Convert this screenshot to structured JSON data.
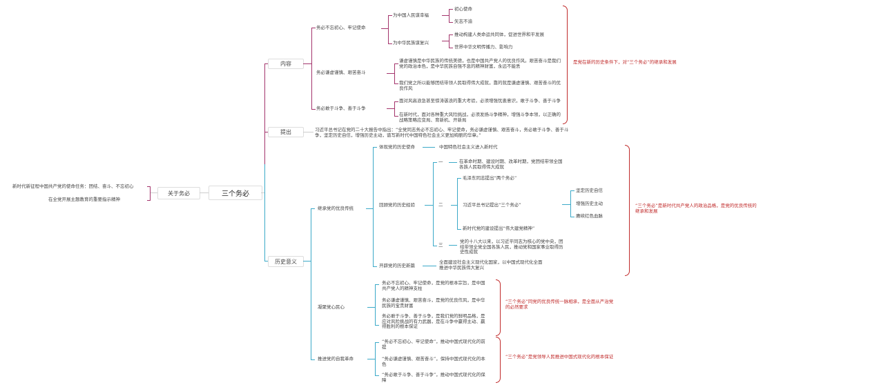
{
  "root": "三个务必",
  "left": {
    "node": "关于务必",
    "notes": [
      "新时代新征程中国共产党的使命任务：团结、奋斗、不忘初心",
      "在全党开展主题教育的重要指示精神"
    ]
  },
  "branches": {
    "content": {
      "label": "内容",
      "items": [
        {
          "label": "务必不忘初心、牢记使命",
          "children": [
            {
              "label": "为中国人民谋幸福",
              "children": [
                "初心使命",
                "矢志不渝"
              ]
            },
            {
              "label": "为中华民族谋复兴",
              "children": [
                "推动构建人类命运共同体，促进世界和平发展",
                "世界中华文明传播力、影响力"
              ]
            }
          ]
        },
        {
          "label": "务必谦虚谨慎、艰苦奋斗",
          "children": [
            "谦虚谨慎是中华民族的传统美德，也是中国共产党人的优良作风。艰苦奋斗是我们党的政治本色，是中华民族自强不息的精神财富，永远不能丢",
            "我们党之所以能够团结带领人民取得伟大成就，靠的就是谦虚谨慎、艰苦奋斗的优良作风"
          ]
        },
        {
          "label": "务必敢于斗争、善于斗争",
          "children": [
            "面对风高浪急甚至惊涛骇浪的重大考验，必须增强忧患意识，敢于斗争、善于斗争",
            "在新时代，面对各种重大风险挑战，必须发扬斗争精神，增强斗争本领，以正确的战略策略应变局、育新机、开新局"
          ]
        }
      ],
      "note": "是党在新的历史条件下，对“三个务必”的继承和发展"
    },
    "origin": {
      "label": "提出",
      "text": "习近平总书记在党的二十大报告中指出：“全党同志务必不忘初心、牢记使命，务必谦虚谨慎、艰苦奋斗，务必敢于斗争、善于斗争，坚定历史自信，增强历史主动，谱写新时代中国特色社会主义更加绚丽的华章。”"
    },
    "significance": {
      "label": "历史意义",
      "items": [
        {
          "label": "继承党的优良传统",
          "children": [
            {
              "label": "体现党的历史使命",
              "children": [
                "中国特色社会主义进入新时代"
              ]
            },
            {
              "label": "回顾党的历史经验",
              "children": [
                {
                  "label": "一",
                  "text": "在革命时期、建设时期、改革时期，党团结带领全国各族人民取得伟大成就"
                },
                {
                  "label": "二",
                  "children": [
                    "毛泽东同志提出“两个务必”",
                    {
                      "label": "习近平总书记提出“三个务必”",
                      "children": [
                        "坚定历史自信",
                        "增强历史主动",
                        "赓续红色血脉"
                      ]
                    },
                    "新时代党的建设提出“伟大建党精神”"
                  ]
                },
                {
                  "label": "三",
                  "text": "党的十八大以来，以习近平同志为核心的党中央，团结带领全党全国各族人民，推动党和国家事业取得历史性成就"
                }
              ]
            },
            {
              "label": "开辟党的历史新篇",
              "children": [
                "全面建设社会主义现代化国家，以中国式现代化全面推进中华民族伟大复兴"
              ]
            }
          ]
        },
        {
          "label": "凝聚党心民心",
          "children": [
            "务必不忘初心、牢记使命，是党的根本宗旨，是中国共产党人的精神支柱",
            "务必谦虚谨慎、艰苦奋斗，是党的优良作风，是中华民族的宝贵财富",
            "务必敢于斗争、善于斗争，是我们党的鲜明品格，是应对风险挑战的有力武器，是在斗争中赢得主动、赢得胜利的根本保证"
          ]
        },
        {
          "label": "推进党的自我革命",
          "children": [
            "“务必不忘初心、牢记使命”，推动中国式现代化的前提",
            "“务必谦虚谨慎、艰苦奋斗”，保持中国式现代化的本色",
            "“务必敢于斗争、善于斗争”，推动中国式现代化的保障"
          ]
        }
      ],
      "notes": [
        "“三个务必”是新时代共产党人的政治品格，是党的优良传统的继承和发展",
        "“三个务必”同党的优良传统一脉相承，是全面从严治党的必然要求",
        "“三个务必”是党领导人民推进中国式现代化的根本保证"
      ]
    }
  },
  "colors": {
    "upper": "#a3336b",
    "lower": "#3aa9c8",
    "note": "#c02a2a"
  }
}
